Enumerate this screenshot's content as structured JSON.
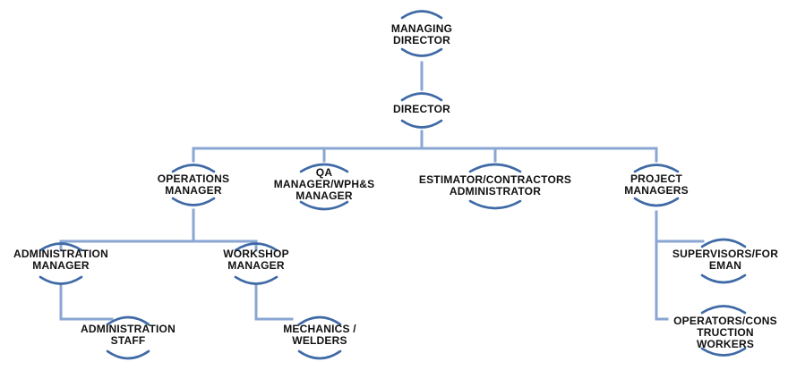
{
  "colors": {
    "line": "#7f9fcf",
    "arc": "#3f6aa6",
    "text": "#111111"
  },
  "nodes": {
    "managing_director": {
      "line1": "MANAGING",
      "line2": "DIRECTOR"
    },
    "director": {
      "line1": "DIRECTOR"
    },
    "operations_manager": {
      "line1": "OPERATIONS",
      "line2": "MANAGER"
    },
    "qa_manager": {
      "line1": "QA",
      "line2": "MANAGER/WPH&S",
      "line3": "MANAGER"
    },
    "estimator": {
      "line1": "ESTIMATOR/CONTRACTORS",
      "line2": "ADMINISTRATOR"
    },
    "project_managers": {
      "line1": "PROJECT",
      "line2": "MANAGERS"
    },
    "administration_manager": {
      "line1": "ADMINISTRATION",
      "line2": "MANAGER"
    },
    "workshop_manager": {
      "line1": "WORKSHOP",
      "line2": "MANAGER"
    },
    "administration_staff": {
      "line1": "ADMINISTRATION",
      "line2": "STAFF"
    },
    "mechanics_welders": {
      "line1": "MECHANICS /",
      "line2": "WELDERS"
    },
    "supervisors": {
      "line1": "SUPERVISORS/FOR",
      "line2": "EMAN"
    },
    "operators": {
      "line1": "OPERATORS/CONS",
      "line2": "TRUCTION",
      "line3": "WORKERS"
    }
  }
}
